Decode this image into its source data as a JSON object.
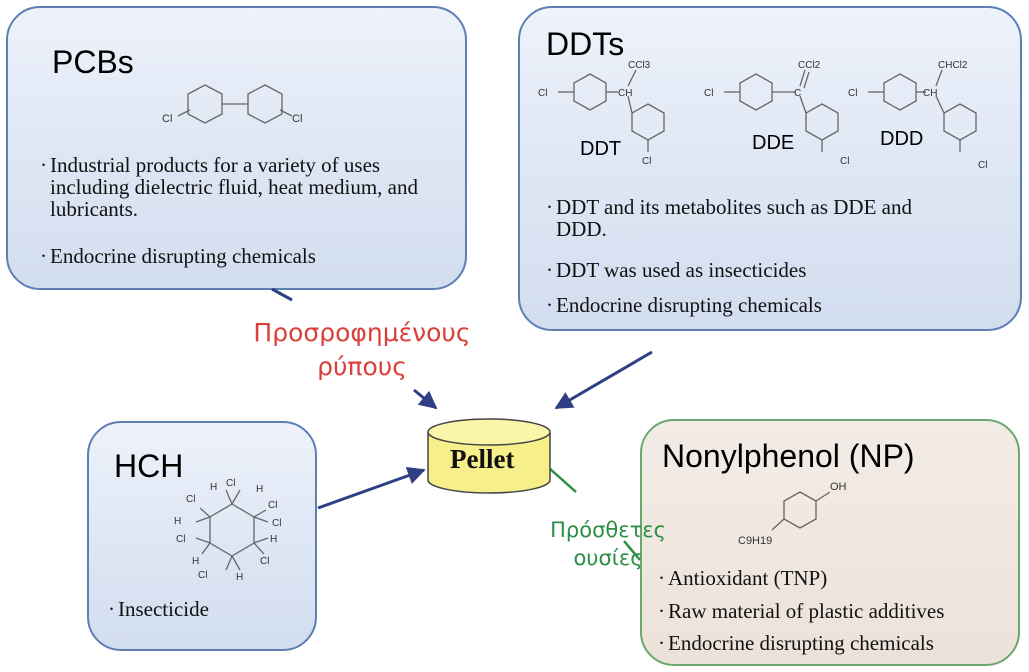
{
  "boxes": {
    "pcbs": {
      "title": "PCBs",
      "formula_left": "Cl",
      "formula_right": "Cl",
      "bullets": [
        "Industrial products for a variety of uses including dielectric fluid, heat medium, and lubricants.",
        "Endocrine disrupting chemicals"
      ]
    },
    "ddts": {
      "title": "DDTs",
      "compounds": [
        "DDT",
        "DDE",
        "DDD"
      ],
      "groups": [
        "CCl3",
        "CCl2",
        "CHCl2"
      ],
      "cl": "Cl",
      "ch": "CH",
      "c": "C",
      "bullets": [
        "DDT and its metabolites such as DDE and DDD.",
        "DDT was used as insecticides",
        "Endocrine disrupting chemicals"
      ]
    },
    "hch": {
      "title": "HCH",
      "atoms_cl": "Cl",
      "atoms_h": "H",
      "bullets": [
        "Insecticide"
      ]
    },
    "np": {
      "title": "Nonylphenol (NP)",
      "oh": "OH",
      "chain": "C9H19",
      "bullets": [
        "Antioxidant (TNP)",
        "Raw material of plastic additives",
        "Endocrine disrupting chemicals"
      ]
    }
  },
  "center": {
    "label": "Pellet"
  },
  "labels": {
    "sorbed": [
      "Προσροφημένους",
      "ρύπους"
    ],
    "additives": [
      "Πρόσθετες",
      "ουσίες"
    ]
  },
  "colors": {
    "box_border_blue": "#5c7fb4",
    "box_border_green": "#6aa86e",
    "arrow": "#2f3f86",
    "sorbed_label": "#d8413a",
    "additives_label": "#2c8f46",
    "pellet_fill": "#f7f08a"
  }
}
